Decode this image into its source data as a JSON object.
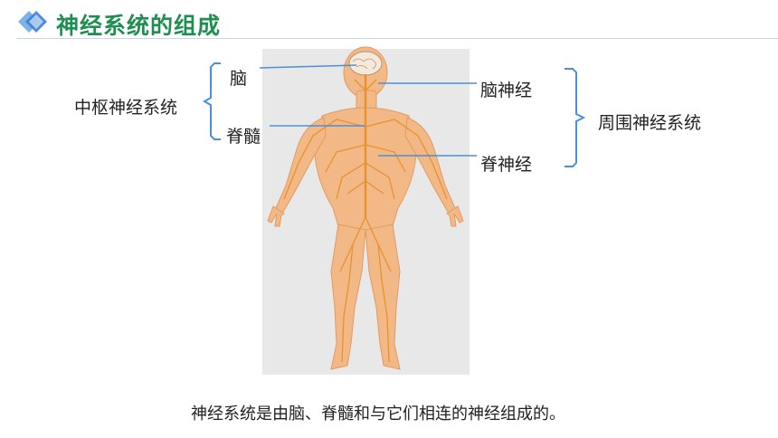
{
  "header": {
    "title": "神经系统的组成"
  },
  "labels": {
    "central": "中枢神经系统",
    "brain": "脑",
    "spinal_cord": "脊髓",
    "cranial_nerves": "脑神经",
    "spinal_nerves": "脊神经",
    "peripheral": "周围神经系统"
  },
  "caption": "神经系统是由脑、脊髓和与它们相连的神经组成的。",
  "colors": {
    "accent": "#1e8f4e",
    "bracket": "#4a90d9",
    "nerve": "#e8912f",
    "skin": "#f2b886"
  }
}
